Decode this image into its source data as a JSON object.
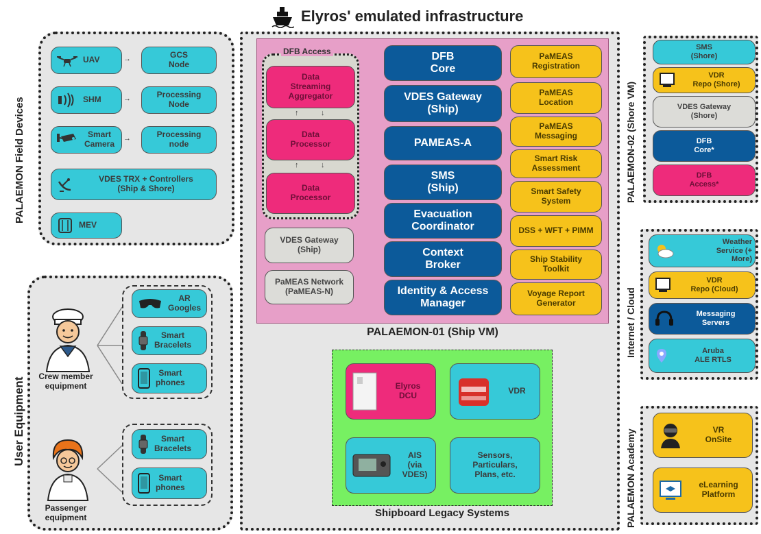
{
  "title": "Elyros' emulated infrastructure",
  "field_devices": {
    "label": "PALAEMON Field Devices",
    "rows": [
      {
        "a": "UAV",
        "b": "GCS\nNode"
      },
      {
        "a": "SHM",
        "b": "Processing\nNode"
      },
      {
        "a": "Smart\nCamera",
        "b": "Processing\nnode"
      }
    ],
    "vdes_trx": "VDES TRX + Controllers\n(Ship & Shore)",
    "mev": "MEV"
  },
  "user_equipment": {
    "label": "User Equipment",
    "crew_label": "Crew member\nequipment",
    "crew_items": [
      "AR\nGoogles",
      "Smart\nBracelets",
      "Smart\nphones"
    ],
    "passenger_label": "Passenger\nequipment",
    "passenger_items": [
      "Smart\nBracelets",
      "Smart\nphones"
    ]
  },
  "ship_vm": {
    "label": "PALAEMON-01 (Ship VM)",
    "dfb_access": {
      "label": "DFB Access",
      "items": [
        "Data\nStreaming\nAggregator",
        "Data\nProcessor",
        "Data\nProcessor"
      ]
    },
    "vdes_gateway": "VDES Gateway\n(Ship)",
    "pameas_network": "PaMEAS Network\n(PaMEAS-N)",
    "core": [
      "DFB\nCore",
      "VDES Gateway\n(Ship)",
      "PAMEAS-A",
      "SMS\n(Ship)",
      "Evacuation\nCoordinator",
      "Context\nBroker",
      "Identity & Access\nManager"
    ],
    "services": [
      "PaMEAS\nRegistration",
      "PaMEAS\nLocation",
      "PaMEAS\nMessaging",
      "Smart Risk\nAssessment",
      "Smart Safety\nSystem",
      "DSS + WFT + PIMM",
      "Ship Stability\nToolkit",
      "Voyage Report\nGenerator"
    ]
  },
  "legacy": {
    "label": "Shipboard Legacy Systems",
    "items": [
      "Elyros\nDCU",
      "VDR",
      "AIS\n(via\nVDES)",
      "Sensors,\nParticulars,\nPlans, etc."
    ]
  },
  "shore_vm": {
    "label": "PALAEMON-02 (Shore VM)",
    "items": [
      "SMS\n(Shore)",
      "VDR\nRepo (Shore)",
      "VDES Gateway\n(Shore)",
      "DFB\nCore*",
      "DFB\nAccess*"
    ]
  },
  "cloud": {
    "label": "Internet / Cloud",
    "items": [
      "Weather\nService (+\nMore)",
      "VDR\nRepo (Cloud)",
      "Messaging\nServers",
      "Aruba\nALE RTLS"
    ]
  },
  "academy": {
    "label": "PALAEMON Academy",
    "items": [
      "VR\nOnSite",
      "eLearning\nPlatform"
    ]
  }
}
